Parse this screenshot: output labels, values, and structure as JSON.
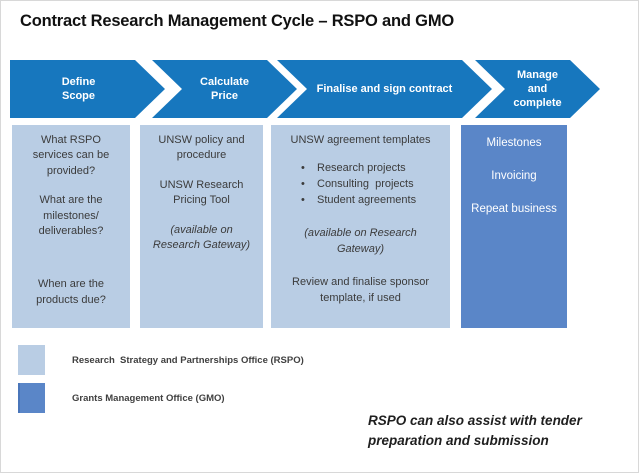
{
  "title": "Contract Research Management Cycle – RSPO and GMO",
  "colors": {
    "chevron_blue": "#1777BE",
    "rspo_light_blue": "#B9CDE4",
    "gmo_blue": "#5A86C8"
  },
  "stages": [
    {
      "label": "Define\nScope"
    },
    {
      "label": "Calculate\nPrice"
    },
    {
      "label": "Finalise and sign contract"
    },
    {
      "label": "Manage\nand\ncomplete"
    }
  ],
  "columns": [
    {
      "items": [
        "What RSPO\nservices can be\nprovided?",
        "What are the\nmilestones/\ndeliverables?",
        "When are the\nproducts due?"
      ]
    },
    {
      "items": [
        "UNSW policy and\nprocedure",
        "UNSW Research\nPricing Tool"
      ],
      "note": "(available on\nResearch Gateway)"
    },
    {
      "heading": "UNSW agreement templates",
      "bullets": [
        "Research projects",
        "Consulting  projects",
        "Student agreements"
      ],
      "note": "(available on Research\nGateway)",
      "footer": "Review and finalise sponsor\ntemplate, if used"
    },
    {
      "items": [
        "Milestones",
        "Invoicing",
        "Repeat business"
      ]
    }
  ],
  "legend": [
    {
      "label": "Research  Strategy and Partnerships Office (RSPO)"
    },
    {
      "label": "Grants Management Office (GMO)"
    }
  ],
  "footnote": "RSPO can also assist with tender\npreparation and submission"
}
